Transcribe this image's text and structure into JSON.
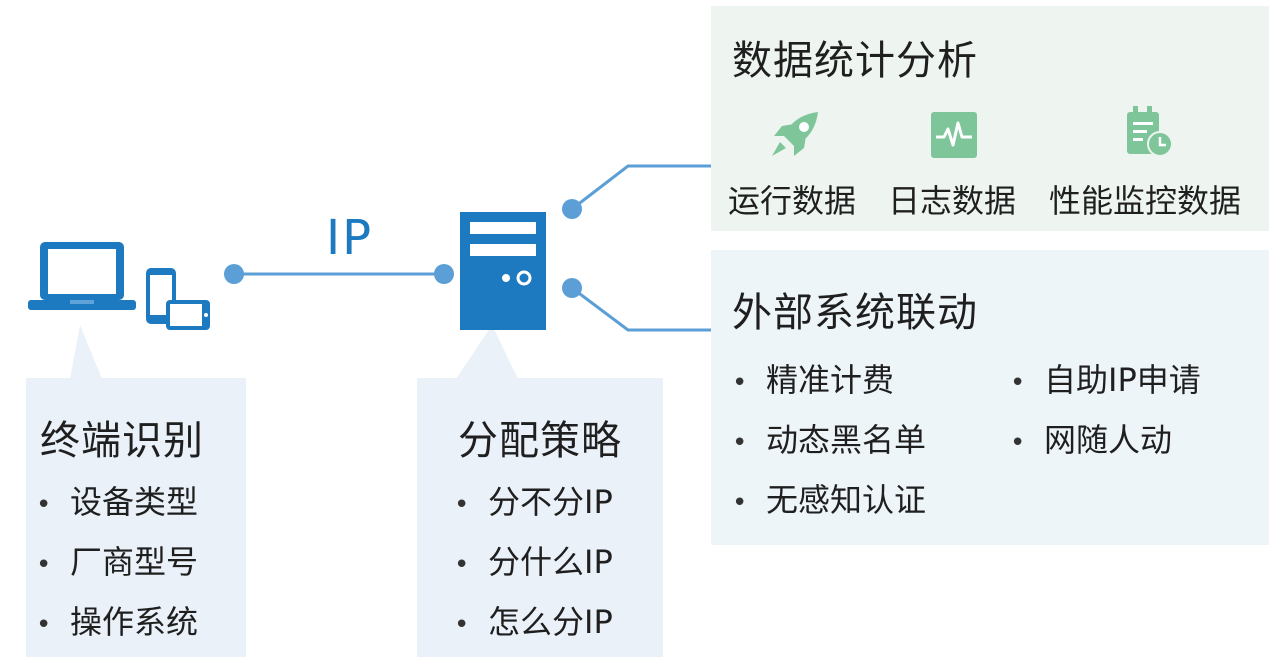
{
  "connection": {
    "label": "IP"
  },
  "stats_panel": {
    "title": "数据统计分析",
    "items": [
      {
        "label": "运行数据",
        "icon": "rocket-icon"
      },
      {
        "label": "日志数据",
        "icon": "pulse-monitor-icon"
      },
      {
        "label": "性能监控数据",
        "icon": "schedule-clock-icon"
      }
    ]
  },
  "external_panel": {
    "title": "外部系统联动",
    "left_items": [
      "精准计费",
      "动态黑名单",
      "无感知认证"
    ],
    "right_items": [
      "自助IP申请",
      "网随人动"
    ]
  },
  "terminal_panel": {
    "title": "终端识别",
    "items": [
      "设备类型",
      "厂商型号",
      "操作系统"
    ]
  },
  "allocation_panel": {
    "title": "分配策略",
    "items": [
      "分不分IP",
      "分什么IP",
      "怎么分IP"
    ]
  },
  "colors": {
    "primary_blue": "#1d79c0",
    "line_blue": "#5b9fd6",
    "icon_green": "#7fc59a",
    "stats_bg": "#eef5f0",
    "panel_bg": "#eaf1f8"
  },
  "bullet": "•"
}
